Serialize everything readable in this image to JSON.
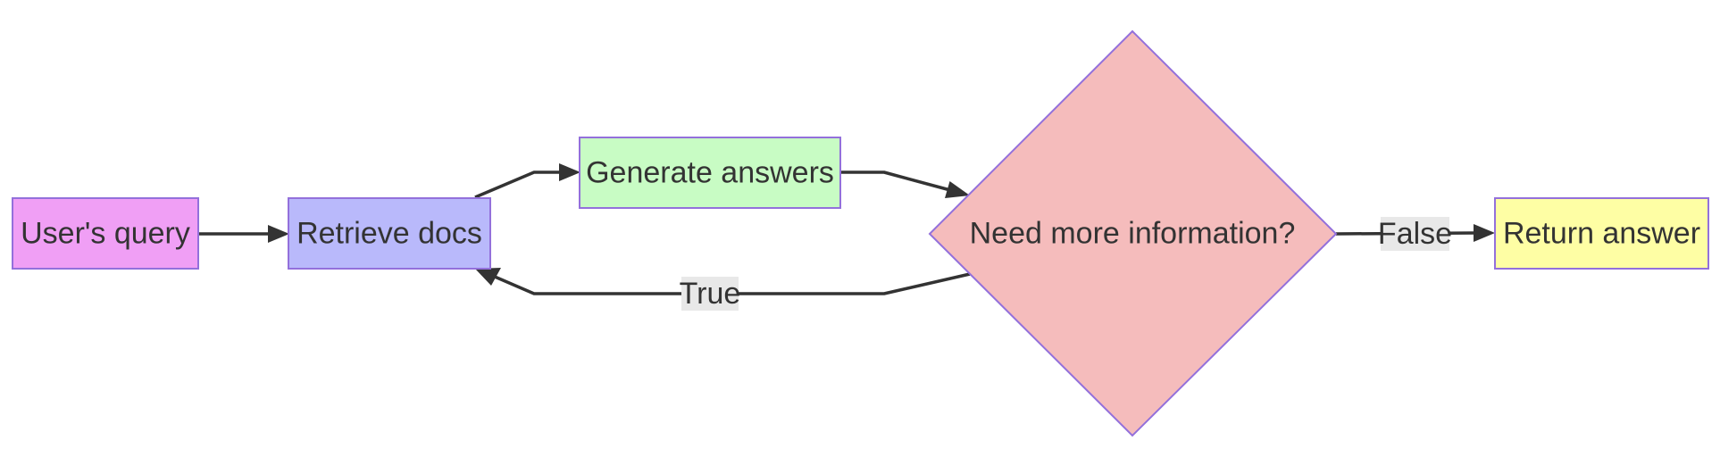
{
  "diagram": {
    "type": "flowchart",
    "direction": "left-to-right",
    "nodes": {
      "query": {
        "label": "User's query",
        "shape": "rectangle",
        "fill": "#f09ff5"
      },
      "retrieve": {
        "label": "Retrieve docs",
        "shape": "rectangle",
        "fill": "#b9b9fb"
      },
      "generate": {
        "label": "Generate answers",
        "shape": "rectangle",
        "fill": "#c8fcc4"
      },
      "decision": {
        "label": "Need more information?",
        "shape": "diamond",
        "fill": "#f5bcbc"
      },
      "return": {
        "label": "Return answer",
        "shape": "rectangle",
        "fill": "#fefea4"
      }
    },
    "edges": [
      {
        "from": "User's query",
        "to": "Retrieve docs",
        "label": ""
      },
      {
        "from": "Retrieve docs",
        "to": "Generate answers",
        "label": ""
      },
      {
        "from": "Generate answers",
        "to": "Need more information?",
        "label": ""
      },
      {
        "from": "Need more information?",
        "to": "Retrieve docs",
        "label": "True"
      },
      {
        "from": "Need more information?",
        "to": "Return answer",
        "label": "False"
      }
    ],
    "colors": {
      "node_border": "#9370db",
      "edge": "#333333",
      "edge_label_bg": "#e8e8e8",
      "text": "#333333"
    }
  }
}
